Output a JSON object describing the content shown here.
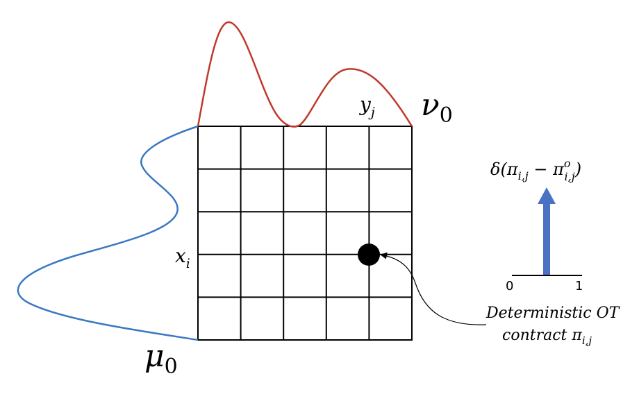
{
  "labels": {
    "nu": "ν",
    "nu_sub": "0",
    "mu": "μ",
    "mu_sub": "0",
    "y": "y",
    "y_sub": "j",
    "x": "x",
    "x_sub": "i"
  },
  "delta_label": {
    "prefix": "δ(π",
    "sub1": "i,j",
    "minus": " − π",
    "sup2": "o",
    "sub2": "i,j",
    "suffix": ")"
  },
  "axis": {
    "tick0": "0",
    "tick1": "1"
  },
  "caption": {
    "line1": "Deterministic OT",
    "line2_text": "contract π",
    "line2_sub": "i,j"
  },
  "colors": {
    "nu_curve": "#c0392b",
    "mu_curve": "#3a78c2",
    "arrow": "#4a72c4",
    "grid": "#000000"
  },
  "grid": {
    "rows": 5,
    "cols": 5
  }
}
